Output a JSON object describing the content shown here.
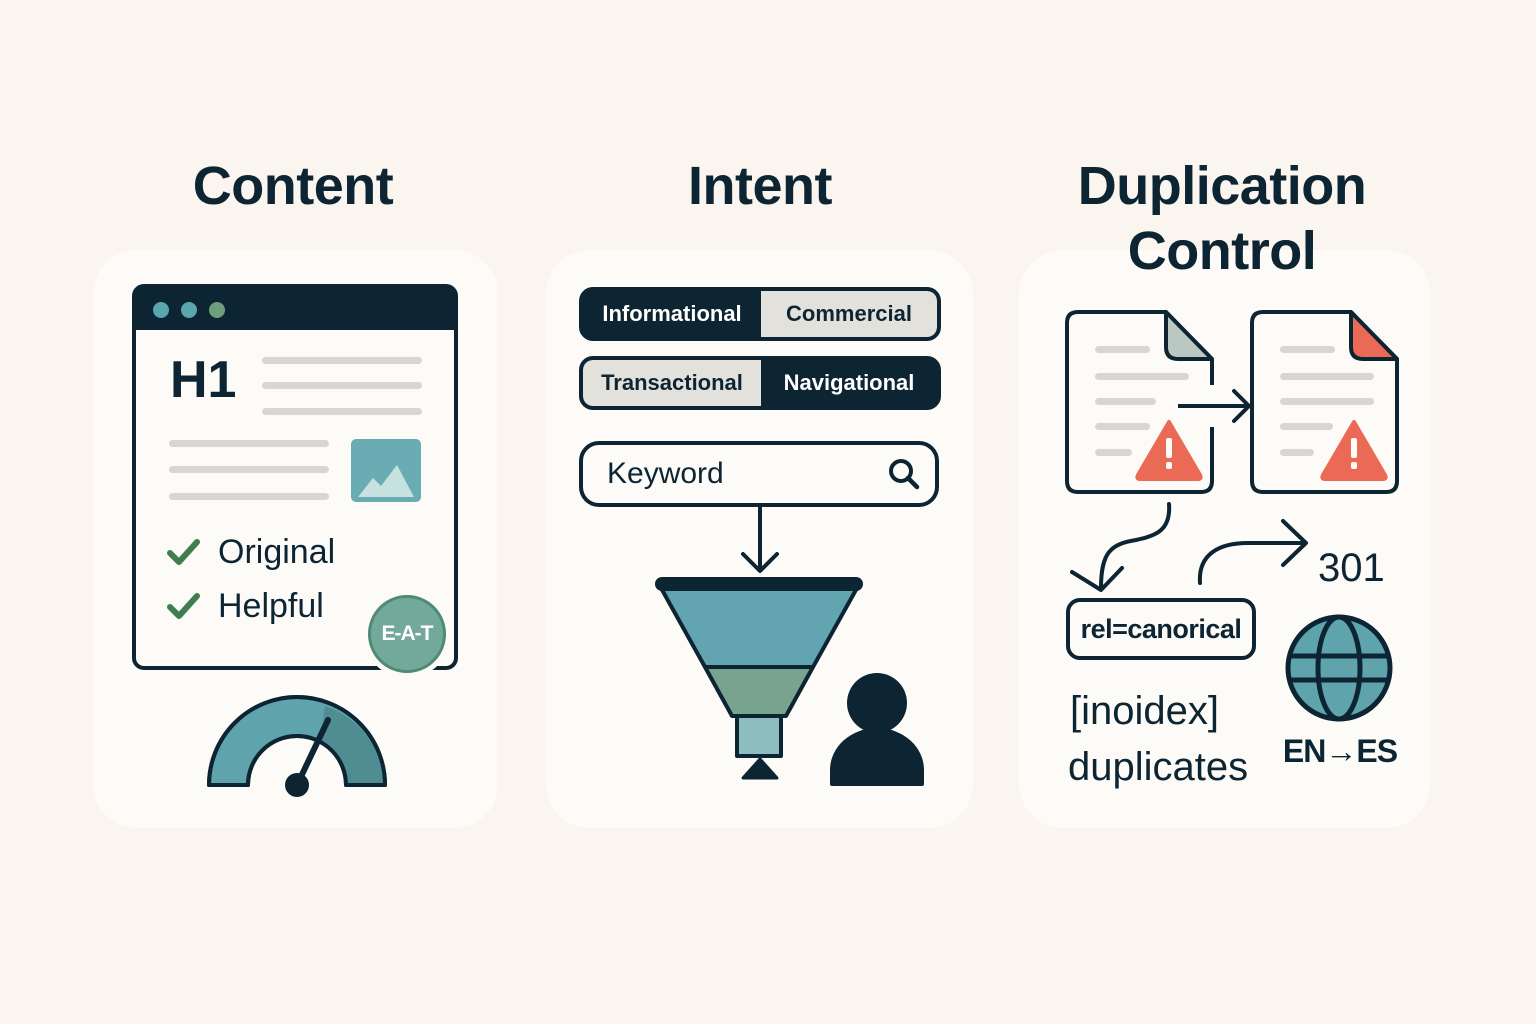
{
  "columns": [
    {
      "title": "Content",
      "browser": {
        "dots": [
          "#5aa6b0",
          "#5aa6b0",
          "#6f9f7a"
        ],
        "heading": "H1",
        "checklist": [
          {
            "icon": "check-icon",
            "label": "Original"
          },
          {
            "icon": "check-icon",
            "label": "Helpful"
          }
        ],
        "badge": "E-A-T"
      },
      "gauge": {
        "icon": "speed-gauge-icon"
      }
    },
    {
      "title": "Intent",
      "intent_types": [
        [
          {
            "label": "Informational",
            "style": "dark"
          },
          {
            "label": "Commercial",
            "style": "light"
          }
        ],
        [
          {
            "label": "Transactional",
            "style": "light"
          },
          {
            "label": "Navigational",
            "style": "dark"
          }
        ]
      ],
      "search": {
        "value": "Keyword",
        "icon": "search-icon"
      },
      "funnel": {
        "icon": "funnel-icon"
      },
      "user": {
        "icon": "user-icon"
      }
    },
    {
      "title_line1": "Duplication",
      "title_line2": "Control",
      "docs": [
        {
          "icon": "document-warning-icon"
        },
        {
          "icon": "document-warning-icon"
        }
      ],
      "canonical_tag": "rel=canorical",
      "redirect_code": "301",
      "noindex_label": "[inoidex]",
      "duplicates_label": "duplicates",
      "language_label": "EN→ES",
      "globe": {
        "icon": "globe-icon"
      }
    }
  ],
  "colors": {
    "background": "#fbf5ef",
    "panel": "#fdfbf7",
    "navy": "#0d2433",
    "teal": "#5fa3ac",
    "sage": "#74a08a",
    "green_check": "#3f7f4f",
    "warning": "#ea6a55",
    "line_gray": "#d8d6d1"
  }
}
